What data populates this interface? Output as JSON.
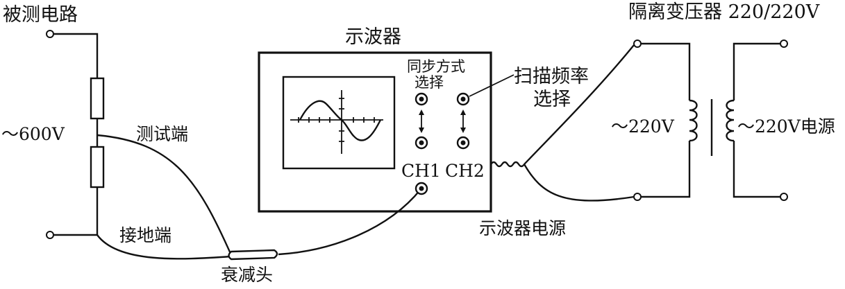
{
  "labels": {
    "circuit_under_test": "被测电路",
    "voltage_600": "～600V",
    "test_end": "测试端",
    "ground_end": "接地端",
    "attenuator": "衰减头",
    "oscilloscope": "示波器",
    "sync_mode_line1": "同步方式",
    "sync_mode_line2": "选择",
    "sweep_freq_line1": "扫描频率",
    "sweep_freq_line2": "选择",
    "ch1": "CH1",
    "ch2": "CH2",
    "scope_power": "示波器电源",
    "isolation_transformer": "隔离变压器 220/220V",
    "primary_voltage": "～220V",
    "secondary_voltage": "～220V电源"
  }
}
